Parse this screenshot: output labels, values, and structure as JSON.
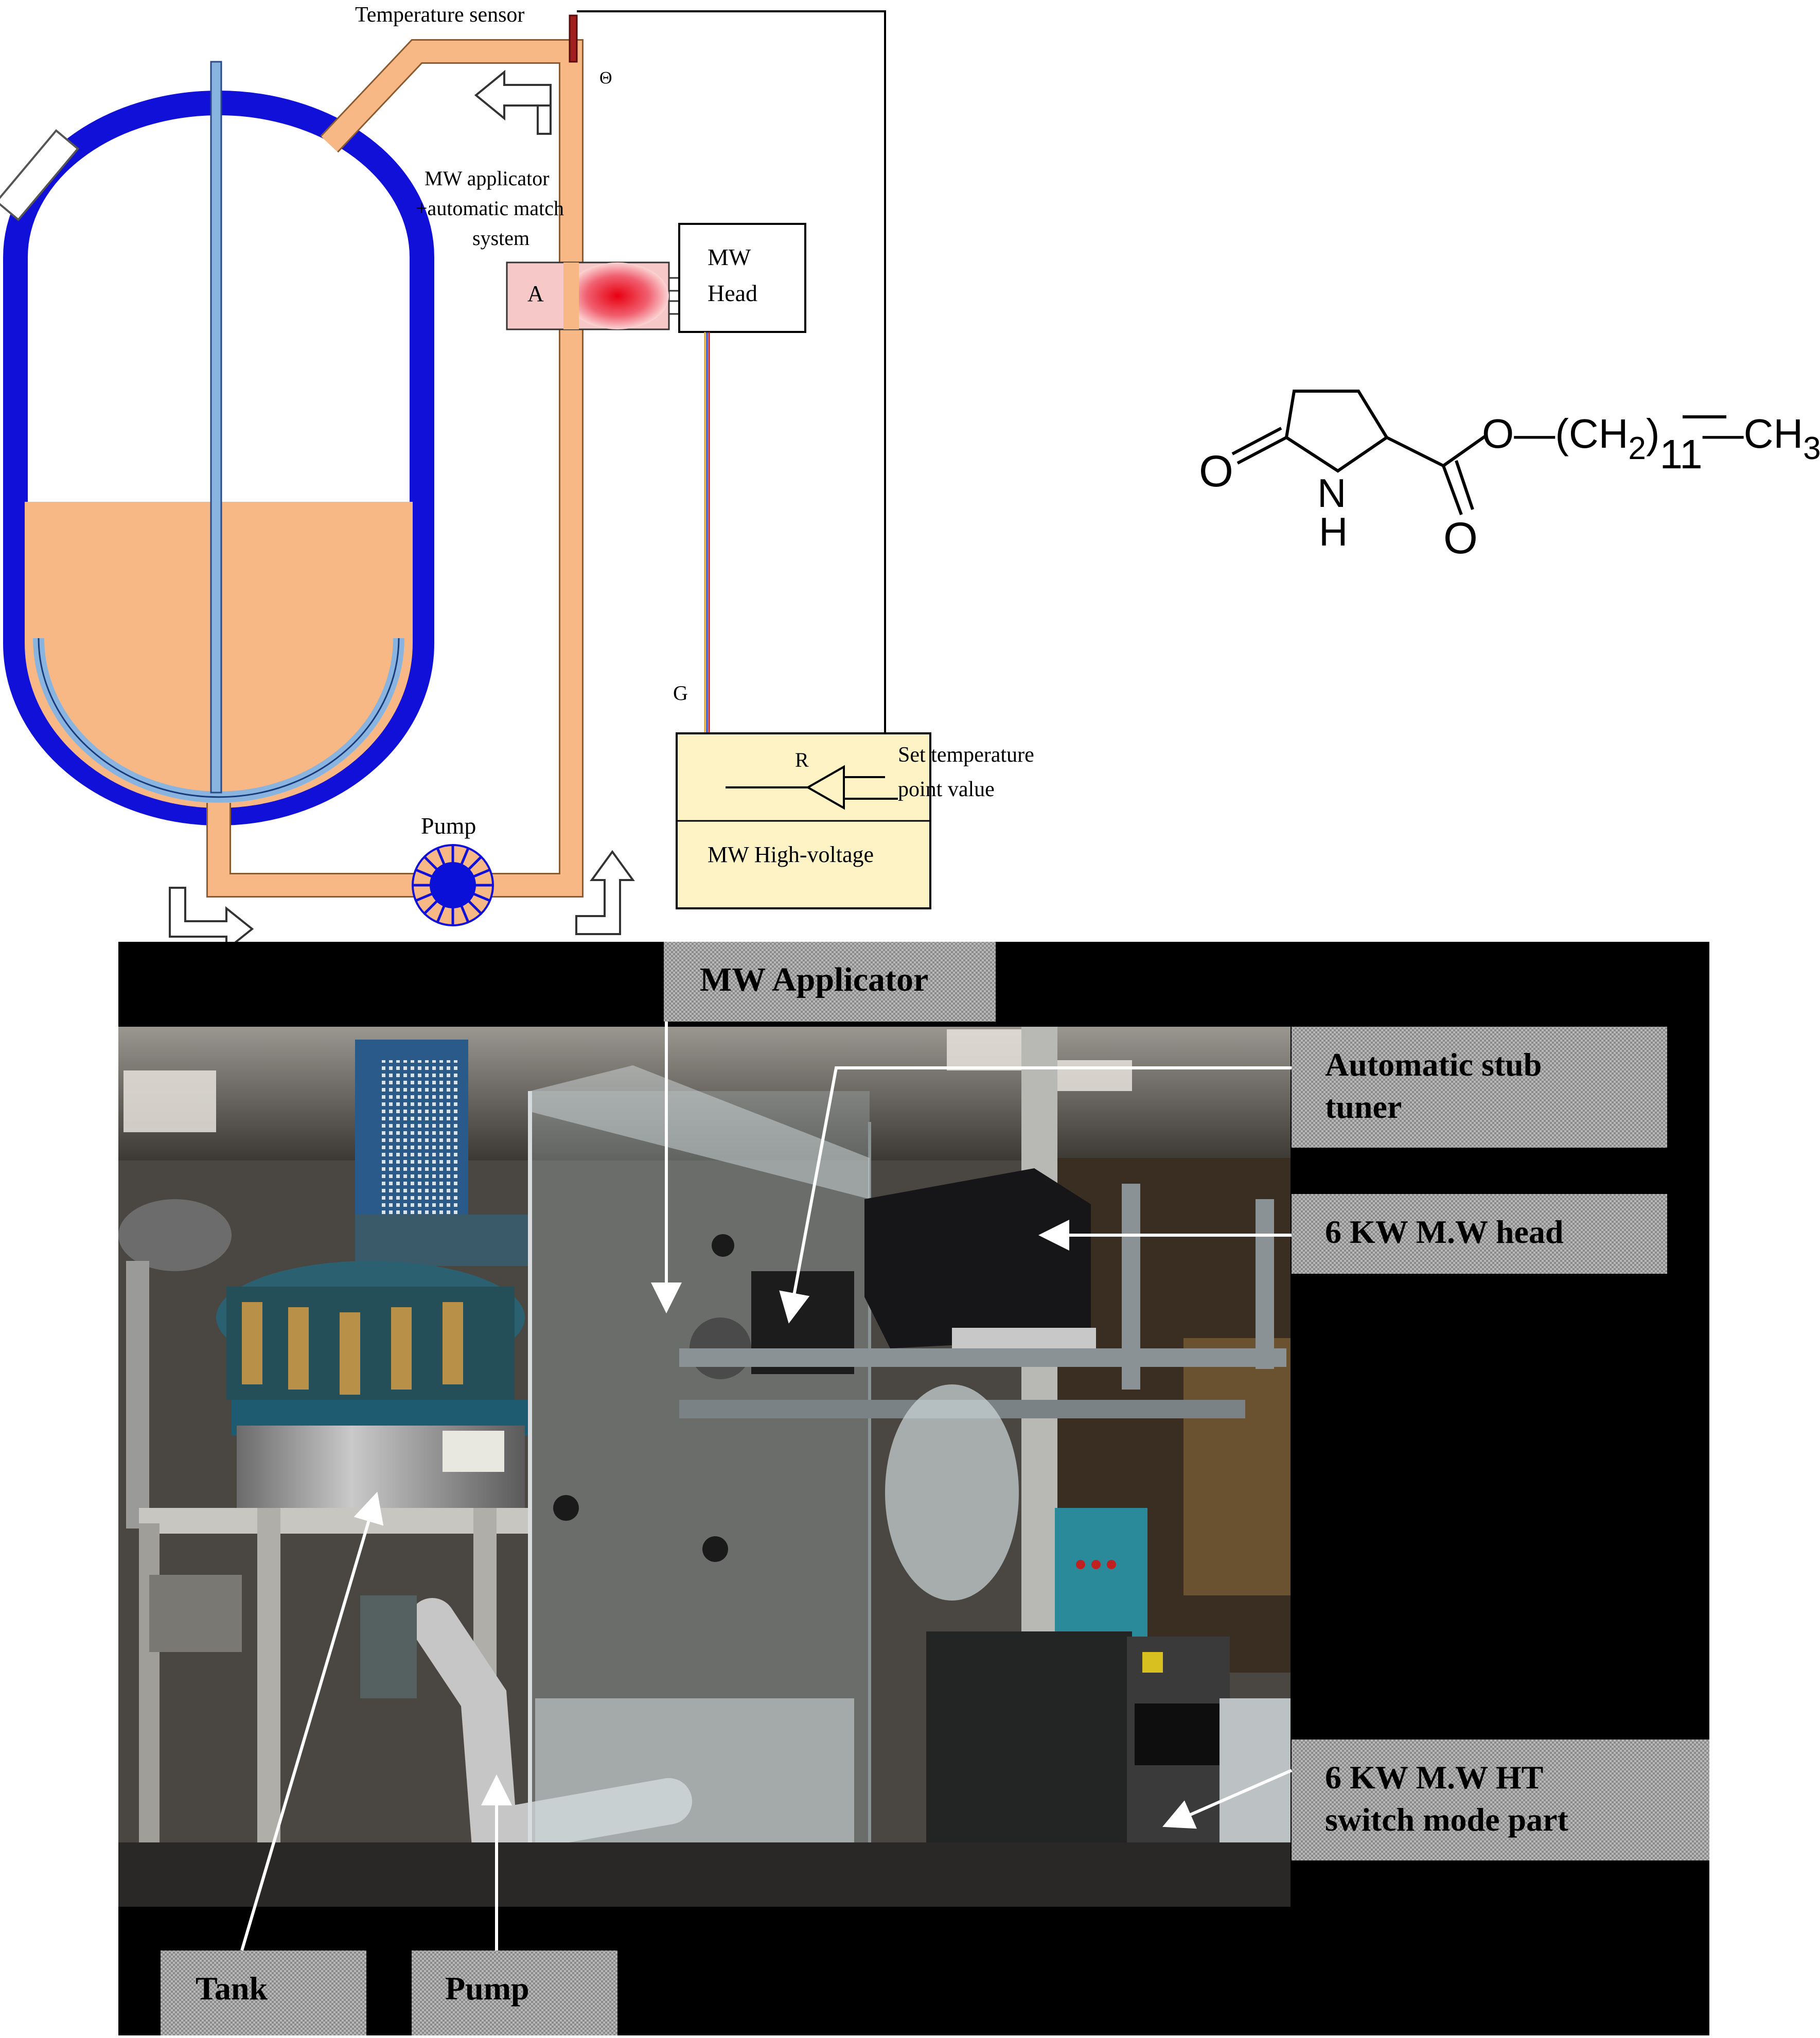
{
  "schematic": {
    "temperature_sensor": "Temperature sensor",
    "theta_symbol": "Θ",
    "applicator_line1": "MW applicator",
    "applicator_line2": "+automatic match",
    "applicator_line3": "system",
    "applicator_letter": "A",
    "mw_head_line1": "MW",
    "mw_head_line2": "Head",
    "g_label": "G",
    "r_label": "R",
    "set_temp_line1": "Set temperature",
    "set_temp_line2": "point value",
    "hv_label": "MW High-voltage",
    "pump_label": "Pump"
  },
  "molecule": {
    "o_ketone": "O",
    "n_atom": "N",
    "h_atom": "H",
    "o_carbonyl": "O",
    "ester_chain": "O—(CH",
    "sub_2": "2",
    "close_paren": ")",
    "sub_11": "11",
    "terminal": "—CH",
    "sub_3": "3"
  },
  "photo": {
    "mw_applicator": "MW Applicator",
    "stub_tuner_line1": "Automatic stub",
    "stub_tuner_line2": "tuner",
    "mw_head": "6 KW M.W head",
    "ht_line1": "6 KW M.W HT",
    "ht_line2": "switch mode part",
    "tank": "Tank",
    "pump": "Pump"
  },
  "colors": {
    "vessel_wall": "#1010d8",
    "liquid": "#f7b886",
    "pipe": "#f7b886",
    "stirrer": "#8ab4e0",
    "sensor": "#a02020",
    "applicator_glow": "#e8202a",
    "hv_box": "#fdf3c4",
    "label_box": "#a0a0a0"
  }
}
